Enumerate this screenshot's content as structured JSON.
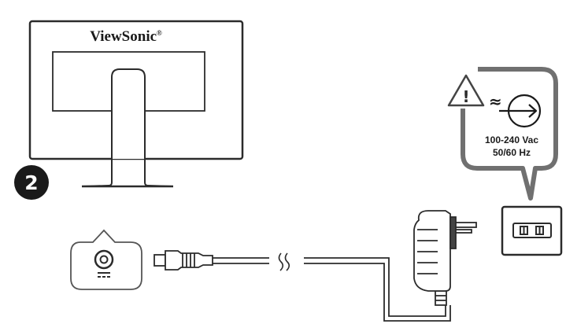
{
  "monitor": {
    "brand": "ViewSonic",
    "trademark": "®"
  },
  "step": {
    "number": "2"
  },
  "power_callout": {
    "warning_symbol": "!",
    "ac_symbol": "≈",
    "voltage": "100-240 Vac",
    "frequency": "50/60 Hz"
  },
  "icons": {
    "warning": "warning-triangle-icon",
    "power_input": "power-input-icon",
    "dc_input": "dc-input-icon",
    "outlet": "wall-outlet-icon",
    "cable_break": "cable-break-icon"
  },
  "colors": {
    "line": "#2b2b2b",
    "callout_border": "#555555",
    "step_badge": "#1a1a1a",
    "background": "#ffffff"
  }
}
